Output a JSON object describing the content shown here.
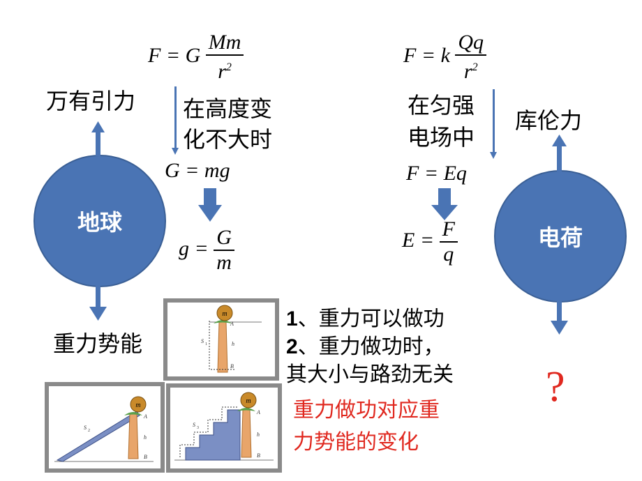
{
  "left": {
    "label_top": "万有引力",
    "circle": "地球",
    "label_bottom": "重力势能",
    "condition": [
      "在高度变",
      "化不大时"
    ],
    "formula_gravity": {
      "lhs": "F = G",
      "num": "Mm",
      "den": "r",
      "den_exp": "2"
    },
    "formula_weight": "G = mg",
    "formula_g": {
      "lhs": "g =",
      "num": "G",
      "den": "m"
    }
  },
  "right": {
    "label_top": "库伦力",
    "circle": "电荷",
    "question": "?",
    "condition": [
      "在匀强",
      "电场中"
    ],
    "formula_coulomb": {
      "lhs": "F = k",
      "num": "Qq",
      "den": "r",
      "den_exp": "2"
    },
    "formula_force": "F = Eq",
    "formula_e": {
      "lhs": "E =",
      "num": "F",
      "den": "q"
    }
  },
  "points": [
    {
      "num": "1",
      "text": "、重力可以做功"
    },
    {
      "num": "2",
      "text": "、重力做功时，"
    },
    {
      "num": "",
      "text": "其大小与路劲无关"
    }
  ],
  "conclusion": [
    "重力做功对应重",
    "力势能的变化"
  ],
  "figures": {
    "ball_label": "m",
    "mark_a": "A",
    "mark_b": "B",
    "mark_h": "h",
    "path_s1": "S",
    "path_s2": "S",
    "path_s3": "S",
    "sub_1": "1",
    "sub_2": "2",
    "sub_3": "3"
  },
  "colors": {
    "circle": "#4a74b4",
    "arrow": "#4a74b4",
    "red": "#e0281f",
    "frame": "#8a8a8a"
  }
}
